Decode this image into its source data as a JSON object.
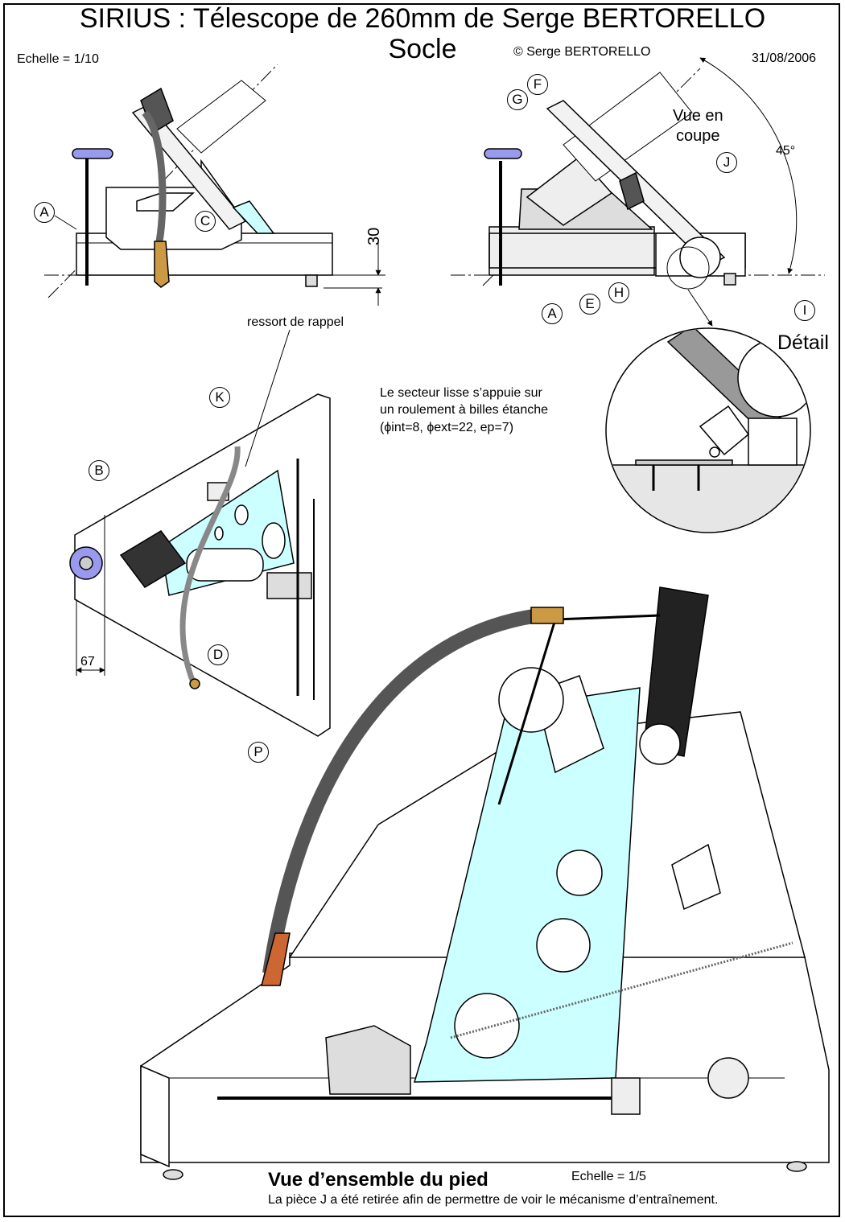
{
  "header": {
    "title": "SIRIUS : Télescope de 260mm de Serge BERTORELLO",
    "subtitle": "Socle",
    "scale_top": "Echelle = 1/10",
    "copyright": "© Serge BERTORELLO",
    "date": "31/08/2006"
  },
  "side_view": {
    "callouts": [
      "A",
      "C"
    ],
    "dimension": "30"
  },
  "section_view": {
    "label_line1": "Vue en",
    "label_line2": "coupe",
    "angle": "45°",
    "callouts": [
      "G",
      "F",
      "J",
      "A",
      "E",
      "H",
      "I"
    ]
  },
  "detail": {
    "label": "Détail"
  },
  "top_view": {
    "spring_label": "ressort de rappel",
    "callouts": [
      "K",
      "B",
      "D",
      "P"
    ],
    "dimension": "67"
  },
  "bearing_note": {
    "line1": "Le secteur lisse s’appuie sur",
    "line2": "un roulement à billes étanche",
    "line3": "(ϕint=8, ϕext=22, ep=7)"
  },
  "footer": {
    "title": "Vue d’ensemble du pied",
    "scale": "Echelle = 1/5",
    "note": "La pièce J a été retirée afin de permettre de voir le mécanisme d’entraînement."
  },
  "colors": {
    "acrylic": "#ccffff",
    "knob": "#9999ee",
    "wood": "#cc9944",
    "cable": "#777777",
    "steel": "#e6e6e6"
  }
}
